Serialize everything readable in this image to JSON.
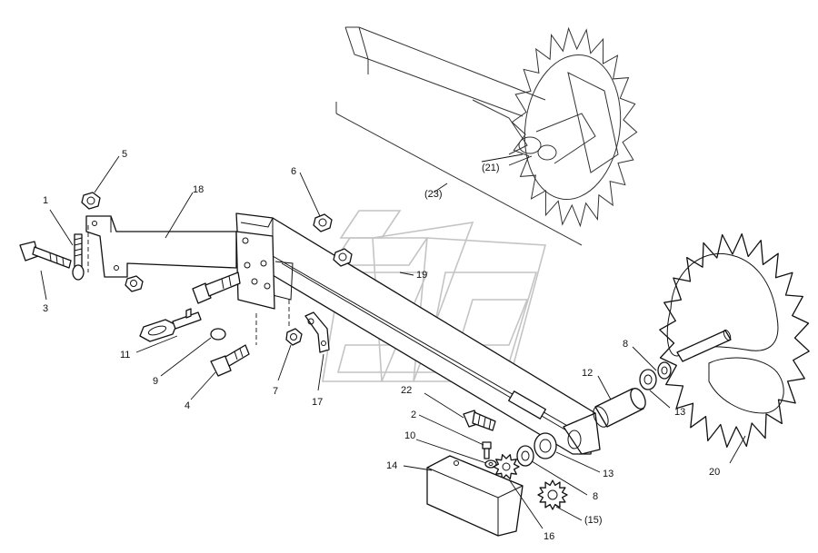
{
  "callouts": [
    {
      "id": "c1",
      "text": "1"
    },
    {
      "id": "c2",
      "text": "2"
    },
    {
      "id": "c3",
      "text": "3"
    },
    {
      "id": "c4",
      "text": "4"
    },
    {
      "id": "c5",
      "text": "5"
    },
    {
      "id": "c6",
      "text": "6"
    },
    {
      "id": "c7",
      "text": "7"
    },
    {
      "id": "c8a",
      "text": "8"
    },
    {
      "id": "c8b",
      "text": "8"
    },
    {
      "id": "c9",
      "text": "9"
    },
    {
      "id": "c10",
      "text": "10"
    },
    {
      "id": "c11",
      "text": "11"
    },
    {
      "id": "c12",
      "text": "12"
    },
    {
      "id": "c13a",
      "text": "13"
    },
    {
      "id": "c13b",
      "text": "13"
    },
    {
      "id": "c14",
      "text": "14"
    },
    {
      "id": "c15",
      "text": "(15)"
    },
    {
      "id": "c16",
      "text": "16"
    },
    {
      "id": "c17",
      "text": "17"
    },
    {
      "id": "c18",
      "text": "18"
    },
    {
      "id": "c19",
      "text": "19"
    },
    {
      "id": "c20",
      "text": "20"
    },
    {
      "id": "c21",
      "text": "(21)"
    },
    {
      "id": "c22",
      "text": "22"
    },
    {
      "id": "c23",
      "text": "(23)"
    }
  ]
}
